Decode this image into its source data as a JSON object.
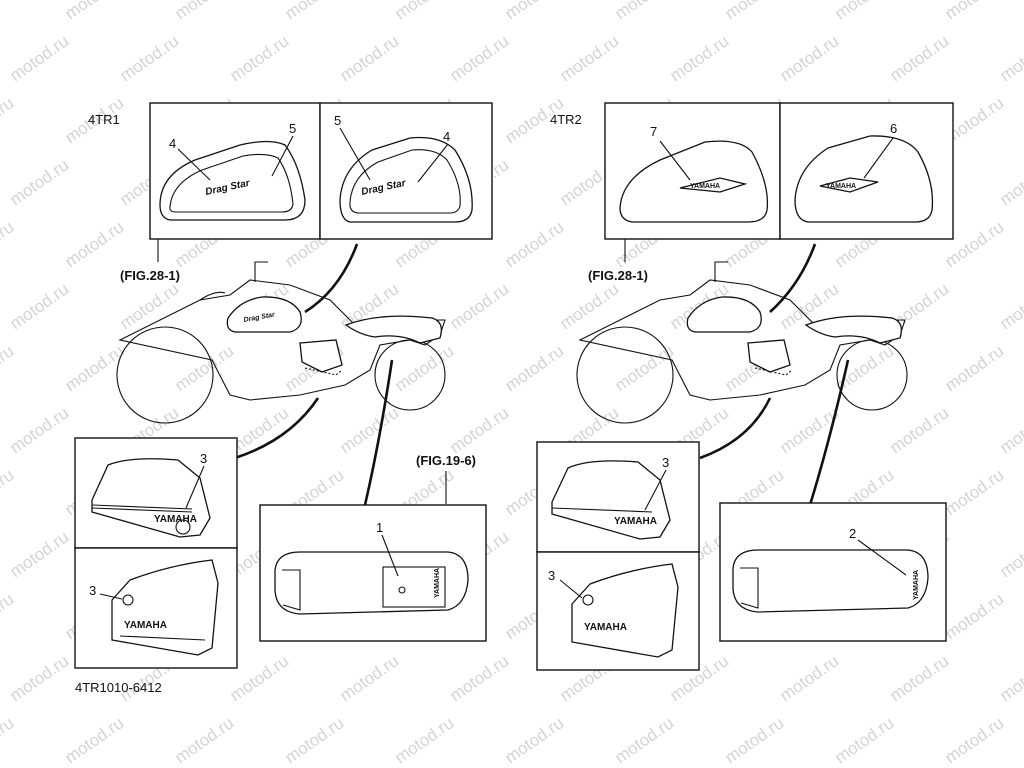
{
  "watermark": "motod.ru",
  "variant_left": "4TR1",
  "variant_right": "4TR2",
  "fig_28_1": "(FIG.28-1)",
  "fig_19_6": "(FIG.19-6)",
  "part_code": "4TR1010-6412",
  "callouts": {
    "c1": "1",
    "c2": "2",
    "c3": "3",
    "c4": "4",
    "c5": "5",
    "c6": "6",
    "c7": "7"
  },
  "logo_yamaha": "YAMAHA",
  "logo_dragstar": "Drag Star",
  "logo_dragstar_vertical": "YAMAHA",
  "icons": {
    "left_bike": "motorcycle-outline-icon",
    "right_bike": "motorcycle-outline-icon"
  }
}
